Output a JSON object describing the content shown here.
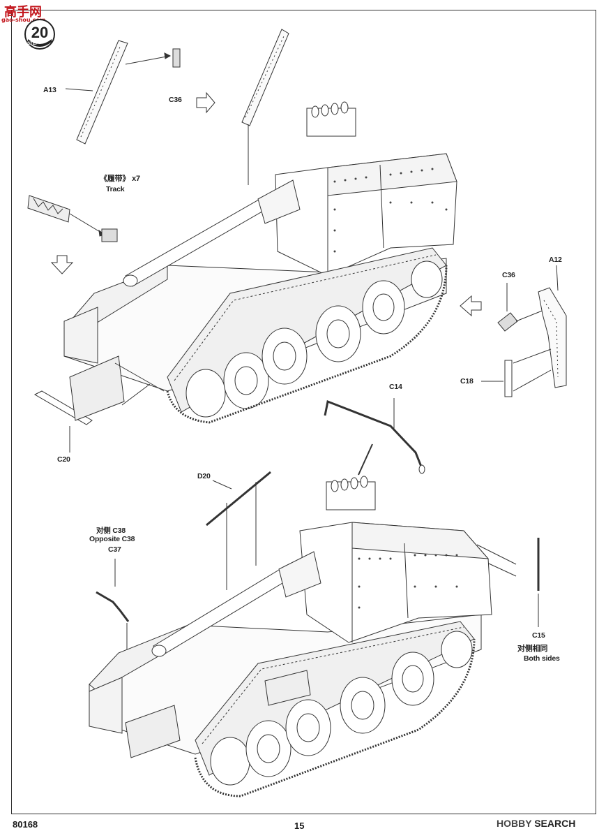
{
  "watermark": {
    "text": "高手网",
    "url": "gao-shou.com"
  },
  "step": {
    "label": "STEP",
    "number": "20"
  },
  "parts": {
    "a13": "A13",
    "c36_top": "C36",
    "track_cn": "《履带》",
    "track_count": "x7",
    "track_en": "Track",
    "c36_right": "C36",
    "a12": "A12",
    "c18": "C18",
    "c20": "C20",
    "c14": "C14",
    "d20": "D20",
    "opposite_cn": "对侧 C38",
    "opposite_en": "Opposite C38",
    "c37": "C37",
    "c15": "C15",
    "both_cn": "对侧相同",
    "both_en": "Both sides"
  },
  "footer": {
    "code": "80168",
    "page": "15",
    "brand_prefix": "HOBBY",
    "brand_suffix": "SEARCH"
  }
}
